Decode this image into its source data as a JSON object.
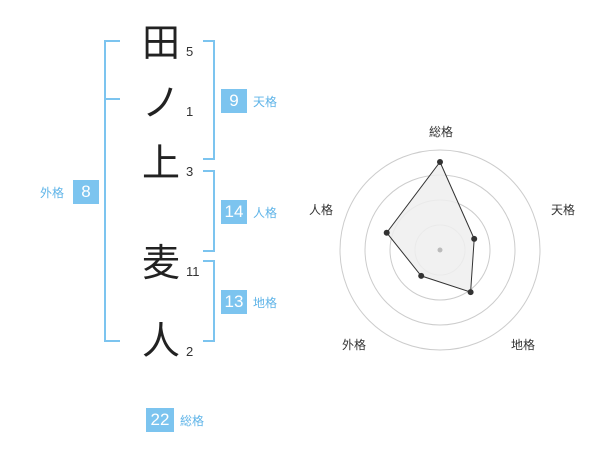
{
  "name_chars": [
    {
      "char": "田",
      "strokes": "5"
    },
    {
      "char": "ノ",
      "strokes": "1"
    },
    {
      "char": "上",
      "strokes": "3"
    },
    {
      "char": "麦",
      "strokes": "11"
    },
    {
      "char": "人",
      "strokes": "2"
    }
  ],
  "kakusu": {
    "tenkaku": {
      "value": "9",
      "label": "天格"
    },
    "jinkaku": {
      "value": "14",
      "label": "人格"
    },
    "chikaku": {
      "value": "13",
      "label": "地格"
    },
    "gaikaku": {
      "value": "8",
      "label": "外格"
    },
    "soukaku": {
      "value": "22",
      "label": "総格"
    }
  },
  "chart_data": {
    "type": "radar",
    "axes": [
      "総格",
      "天格",
      "地格",
      "外格",
      "人格"
    ],
    "values": [
      22,
      9,
      13,
      8,
      14
    ],
    "rings": 4,
    "colors": {
      "fill": "#eeeeee",
      "line": "#333333",
      "grid": "#cccccc",
      "point": "#333333",
      "center": "#bbbbbb"
    }
  },
  "colors": {
    "accent": "#7cc4ef",
    "accent_text": "#5fb4e8"
  }
}
